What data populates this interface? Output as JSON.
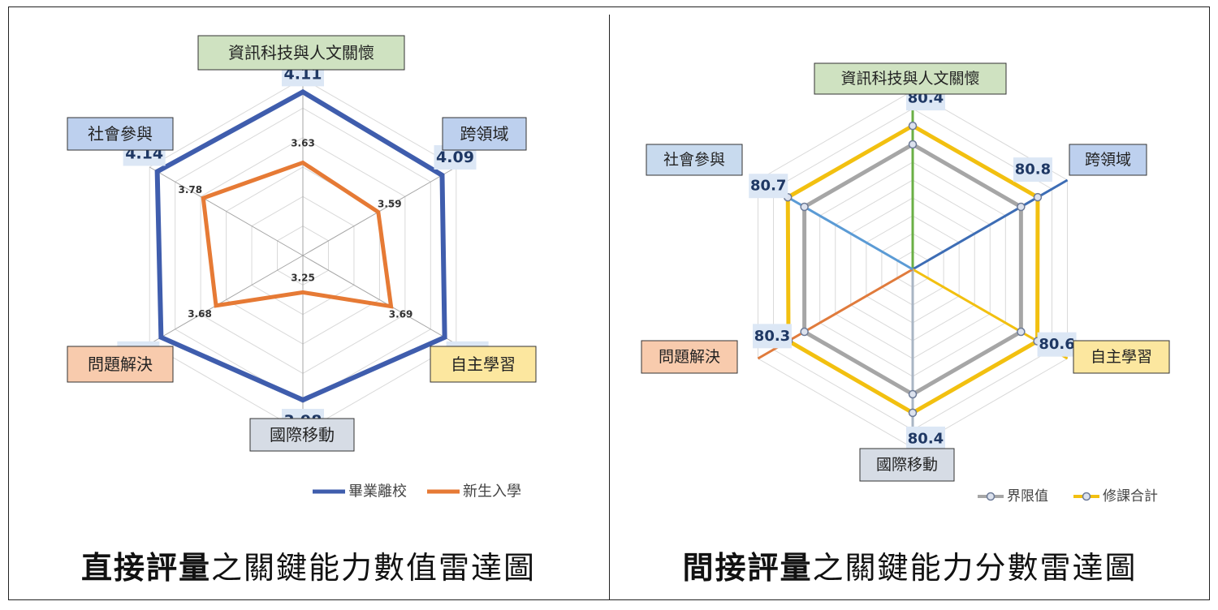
{
  "chart_data": [
    {
      "type": "radar",
      "categories": [
        "資訊科技與人文關懷",
        "跨領域",
        "自主學習",
        "國際移動",
        "問題解決",
        "社會參與"
      ],
      "series": [
        {
          "name": "畢業離校",
          "values": [
            4.11,
            4.09,
            4.11,
            3.98,
            4.11,
            4.14
          ],
          "color": "#3F5DAD"
        },
        {
          "name": "新生入學",
          "values": [
            3.63,
            3.59,
            3.69,
            3.25,
            3.68,
            3.78
          ],
          "color": "#E67A35"
        }
      ],
      "rlim": [
        3.0,
        4.2
      ],
      "grid": true,
      "legend_position": "bottom-right",
      "category_colors": [
        "#CFE2C1",
        "#BDD0EE",
        "#FCE79F",
        "#D6DCE5",
        "#F8CBAD",
        "#BDD0EE"
      ]
    },
    {
      "type": "radar",
      "categories": [
        "資訊科技與人文關懷",
        "跨領域",
        "自主學習",
        "國際移動",
        "問題解決",
        "社會參與"
      ],
      "series": [
        {
          "name": "界限值",
          "values": [
            70,
            70,
            70,
            70,
            70,
            70
          ],
          "color": "#A6A6A6",
          "marker": "circle"
        },
        {
          "name": "修課合計",
          "values": [
            80.4,
            80.8,
            80.6,
            80.4,
            80.3,
            80.7
          ],
          "color": "#F2C010",
          "marker": "circle"
        }
      ],
      "rlim": [
        0,
        100
      ],
      "grid": true,
      "legend_position": "bottom-right",
      "axis_colors": [
        "#6AAF45",
        "#3D6DB5",
        "#F2C010",
        "#A9B5C4",
        "#E07B3C",
        "#5B9BD5"
      ],
      "category_colors": [
        "#CFE2C1",
        "#BDD0EE",
        "#FCE79F",
        "#D6DCE5",
        "#F8CBAD",
        "#C8DAEE"
      ]
    }
  ],
  "captions": {
    "left_bold": "直接評量",
    "left_rest": "之關鍵能力數值雷達圖",
    "right_bold": "間接評量",
    "right_rest": "之關鍵能力分數雷達圖"
  }
}
